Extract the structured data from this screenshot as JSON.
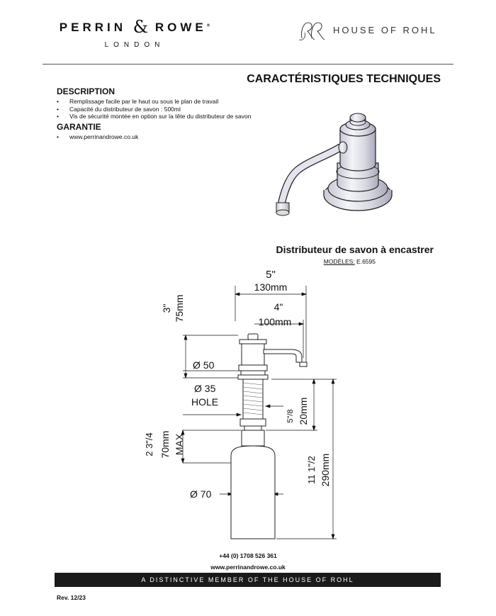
{
  "header": {
    "brand_left": "PERRIN",
    "brand_amp": "&",
    "brand_right": "ROWE",
    "brand_reg": "®",
    "brand_city": "LONDON",
    "group_name": "HOUSE OF ROHL"
  },
  "page_title": "CARACTÉRISTIQUES TECHNIQUES",
  "description": {
    "title": "DESCRIPTION",
    "items": [
      "Remplissage facile par le haut ou sous le plan de travail",
      "Capacité du distributeur de savon : 500ml",
      "Vis de sécurité montée en option sur la tête du distributeur de savon"
    ]
  },
  "warranty": {
    "title": "GARANTIE",
    "items": [
      "www.perrinandrowe.co.uk"
    ]
  },
  "product": {
    "name": "Distributeur de savon à encastrer",
    "models_label": "MODÈLES:",
    "models_value": "E.6595"
  },
  "dimensions": {
    "overall_width_in": "5\"",
    "overall_width_mm": "130mm",
    "spout_reach_in": "4\"",
    "spout_reach_mm": "100mm",
    "head_height_in": "3\"",
    "head_height_mm": "75mm",
    "head_diameter": "Ø 50",
    "hole_diameter": "Ø 35",
    "hole_label": "HOLE",
    "deck_max_in": "2 3\"/4",
    "deck_max_mm": "70mm",
    "deck_max_label": "MAX",
    "collar_in": "5\"/8",
    "collar_mm": "20mm",
    "total_height_in": "11 1\"/2",
    "total_height_mm": "290mm",
    "bottle_diameter": "Ø 70"
  },
  "footer": {
    "phone": "+44 (0) 1708 526 361",
    "website": "www.perrinandrowe.co.uk",
    "tagline": "A DISTINCTIVE MEMBER OF THE HOUSE OF ROHL",
    "revision": "Rev. 12/23"
  }
}
